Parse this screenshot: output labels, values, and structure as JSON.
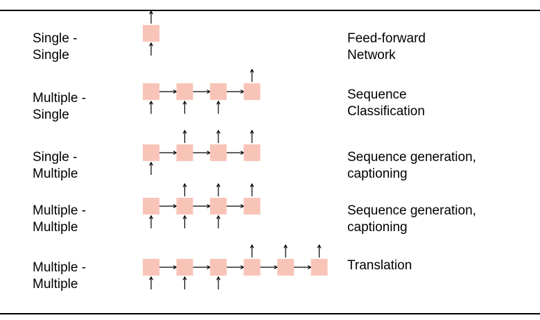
{
  "rows": [
    {
      "left": [
        "Single -",
        "Single"
      ],
      "right": [
        "Feed-forward",
        "Network"
      ],
      "n_cells": 1,
      "input_cells": [
        0
      ],
      "output_cells": [
        0
      ]
    },
    {
      "left": [
        "Multiple -",
        "Single"
      ],
      "right": [
        "Sequence",
        "Classification"
      ],
      "n_cells": 4,
      "input_cells": [
        0,
        1,
        2
      ],
      "output_cells": [
        3
      ]
    },
    {
      "left": [
        "Single -",
        "Multiple"
      ],
      "right": [
        "Sequence generation,",
        "captioning"
      ],
      "n_cells": 4,
      "input_cells": [
        0
      ],
      "output_cells": [
        1,
        2,
        3
      ]
    },
    {
      "left": [
        "Multiple -",
        "Multiple"
      ],
      "right": [
        "Sequence generation,",
        "captioning"
      ],
      "n_cells": 4,
      "input_cells": [
        0,
        1,
        2
      ],
      "output_cells": [
        1,
        2,
        3
      ]
    },
    {
      "left": [
        "Multiple -",
        "Multiple"
      ],
      "right": [
        "Translation"
      ],
      "n_cells": 6,
      "input_cells": [
        0,
        1,
        2
      ],
      "output_cells": [
        3,
        4,
        5
      ]
    }
  ],
  "colors": {
    "cell_fill": "#f9c4b8",
    "line": "#000000"
  }
}
